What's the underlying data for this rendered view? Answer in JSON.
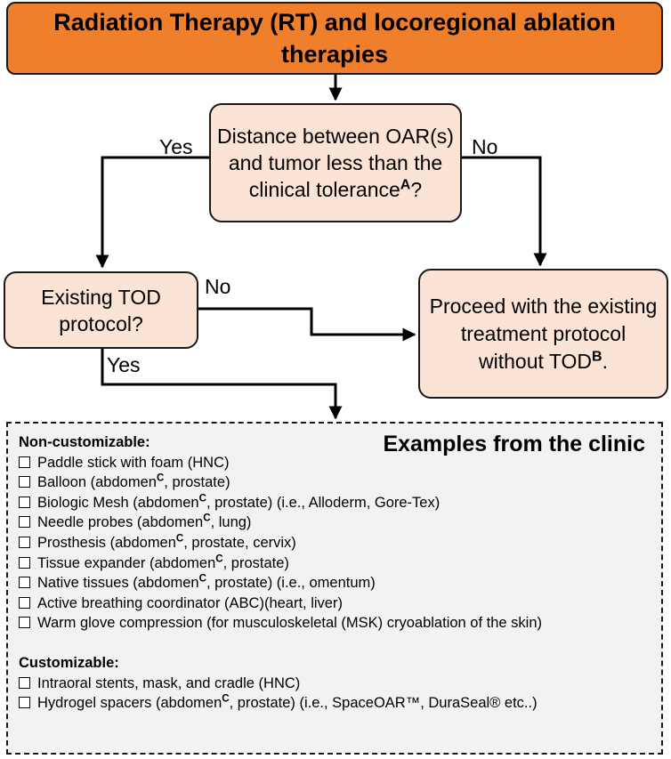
{
  "title": "Radiation Therapy (RT) and locoregional ablation therapies",
  "decision": {
    "text": "Distance between OAR(s) and tumor less than the clinical tolerance",
    "sup": "A",
    "suffix": "?"
  },
  "edges": {
    "yes_left": "Yes",
    "no_right": "No",
    "no_tod": "No",
    "yes_tod": "Yes"
  },
  "tod_question": "Existing TOD protocol?",
  "proceed": {
    "text": "Proceed with the existing treatment protocol without TOD",
    "sup": "B",
    "suffix": "."
  },
  "examples": {
    "title": "Examples from the clinic",
    "non_customizable": {
      "heading": "Non-customizable:",
      "items": [
        {
          "pre": "Paddle stick with foam (HNC)",
          "sup": "",
          "post": ""
        },
        {
          "pre": "Balloon (abdomen",
          "sup": "C",
          "post": ", prostate)"
        },
        {
          "pre": "Biologic Mesh (abdomen",
          "sup": "C",
          "post": ", prostate) (i.e., Alloderm, Gore-Tex)"
        },
        {
          "pre": "Needle probes (abdomen",
          "sup": "C",
          "post": ", lung)"
        },
        {
          "pre": "Prosthesis (abdomen",
          "sup": "C",
          "post": ", prostate, cervix)"
        },
        {
          "pre": "Tissue expander (abdomen",
          "sup": "C",
          "post": ", prostate)"
        },
        {
          "pre": "Native tissues (abdomen",
          "sup": "C",
          "post": ", prostate) (i.e., omentum)"
        },
        {
          "pre": "Active breathing coordinator (ABC)(heart, liver)",
          "sup": "",
          "post": ""
        },
        {
          "pre": "Warm glove compression (for musculoskeletal (MSK) cryoablation of the skin)",
          "sup": "",
          "post": ""
        }
      ]
    },
    "customizable": {
      "heading": "Customizable:",
      "items": [
        {
          "pre": "Intraoral stents, mask, and cradle (HNC)",
          "sup": "",
          "post": ""
        },
        {
          "pre": "Hydrogel spacers (abdomen",
          "sup": "C",
          "post": ", prostate) (i.e., SpaceOAR™, DuraSeal® etc..)"
        }
      ]
    }
  }
}
